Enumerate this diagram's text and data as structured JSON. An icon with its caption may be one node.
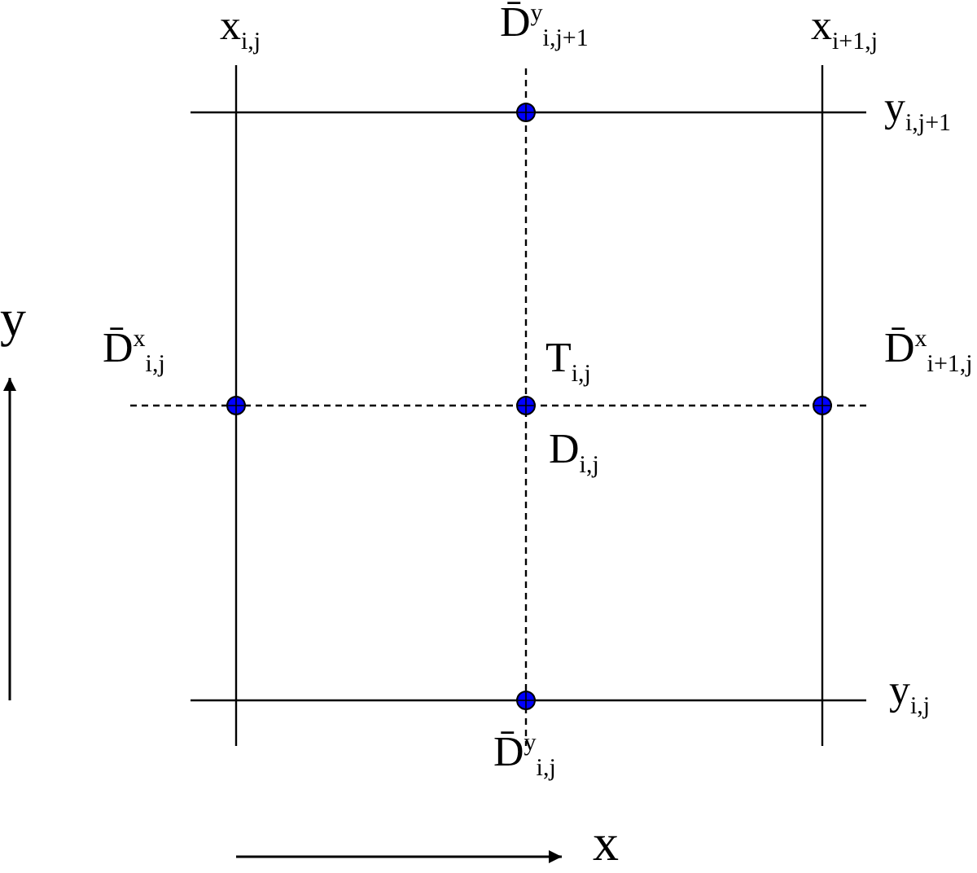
{
  "diagram": {
    "labels": [
      "x$_{i,j}$",
      "D̄$^{y}$$_{i,j+1}$",
      "x$_{i+1,j}$",
      "y$_{i,j+1}$",
      "y",
      "D̄$^{x}$$_{i,j}$",
      "T$_{i,j}$",
      "D̄$^{x}$$_{i+1,j}$",
      "D$_{i,j}$",
      "y$_{i,j}$",
      "D̄$^{y}$$_{i,j}$",
      "x"
    ]
  }
}
